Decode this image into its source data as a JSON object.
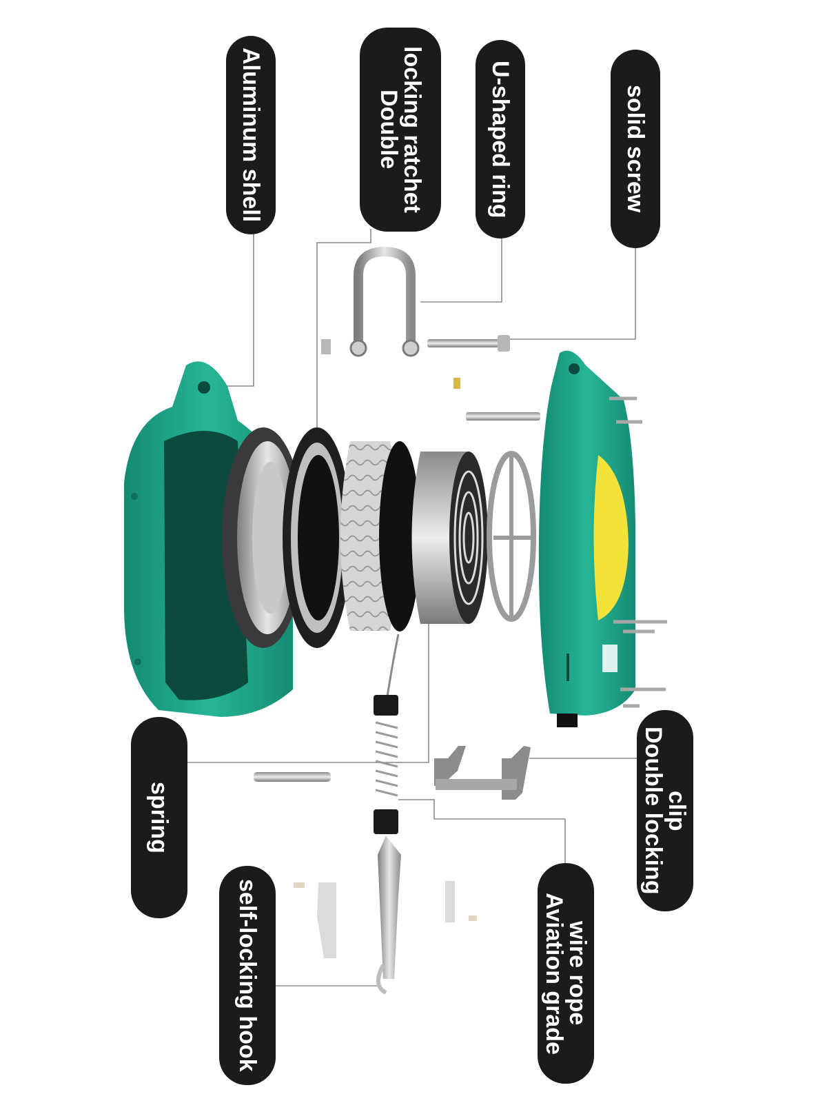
{
  "colors": {
    "housing_green": "#1fa287",
    "housing_dark": "#0c4a3e",
    "label_bg": "#1b1b1b",
    "label_text": "#ffffff",
    "leader_line": "#8a8a8a",
    "sticker_yellow": "#f2e23a"
  },
  "labels": {
    "aluminum_shell": {
      "lines": [
        "Aluminum shell"
      ]
    },
    "locking_ratchet": {
      "lines": [
        "locking ratchet",
        "Double"
      ]
    },
    "u_shaped_ring": {
      "lines": [
        "U-shaped ring"
      ]
    },
    "solid_screw": {
      "lines": [
        "solid screw"
      ]
    },
    "spring": {
      "lines": [
        "spring"
      ]
    },
    "double_locking_clip": {
      "lines": [
        "clip",
        "Double locking"
      ]
    },
    "self_locking_hook": {
      "lines": [
        "self-locking hook"
      ]
    },
    "wire_rope": {
      "lines": [
        "wire rope",
        "Aviation grade"
      ]
    }
  }
}
